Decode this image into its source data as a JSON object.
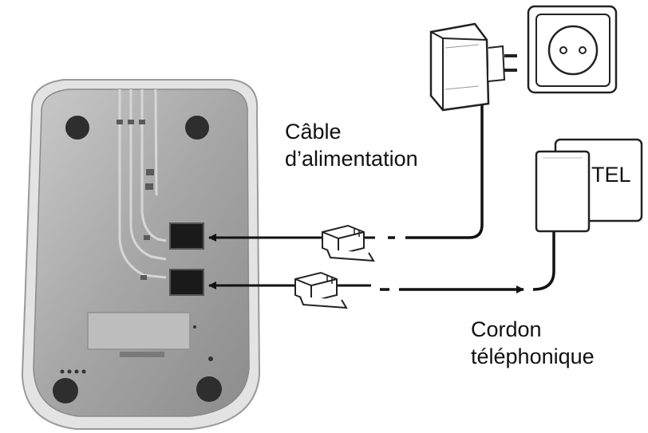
{
  "labels": {
    "power_cable_line1": "Câble",
    "power_cable_line2": "d’alimentation",
    "phone_cord_line1": "Cordon",
    "phone_cord_line2": "téléphonique",
    "wall_phone_jack": "TEL"
  },
  "colors": {
    "base_body": "#a9a9a9",
    "base_edge": "#d9d9d9",
    "line": "#111111",
    "outline": "#222222"
  },
  "icons": [
    "power-adapter-icon",
    "wall-outlet-icon",
    "telephone-wall-jack-icon",
    "rj11-plug-icon"
  ]
}
